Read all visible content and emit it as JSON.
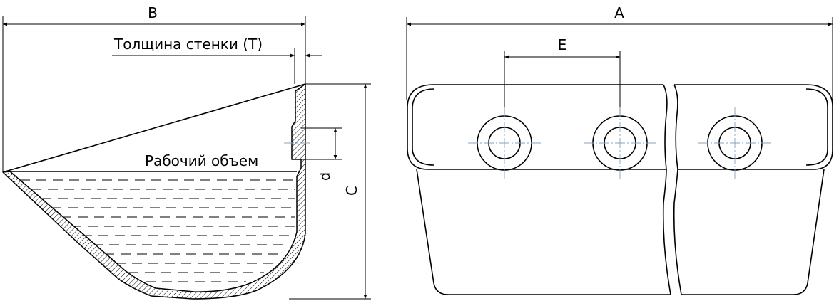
{
  "side_view": {
    "dim_b_label": "B",
    "wall_thickness_label": "Толщина стенки (T)",
    "working_volume_label": "Рабочий объем",
    "dim_c_label": "C",
    "dim_d_label": "d"
  },
  "front_view": {
    "dim_a_label": "A",
    "dim_e_label": "E"
  }
}
